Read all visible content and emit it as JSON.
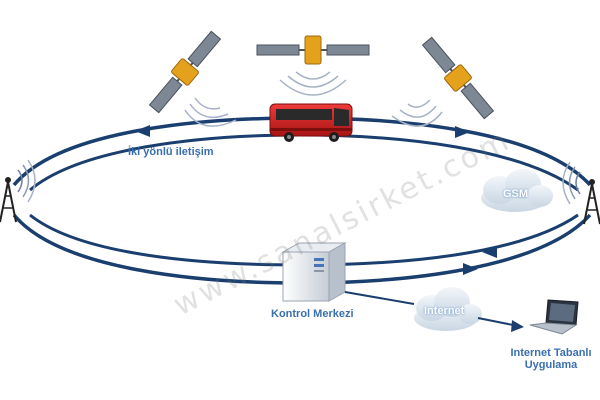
{
  "diagram": {
    "labels": {
      "two_way": "İki yönlü iletişim",
      "control_center": "Kontrol Merkezi",
      "gsm": "GSM",
      "internet": "Internet",
      "web_app_line1": "Internet Tabanlı",
      "web_app_line2": "Uygulama"
    },
    "watermark": "www.sanalsirket.com",
    "colors": {
      "link_blue": "#1a3f6f",
      "label_blue": "#3a6fb0",
      "bus_red": "#d32121",
      "satellite_gold": "#e4a11b",
      "satellite_panel": "#7d8894",
      "cloud": "#dbe4ee"
    },
    "icons": [
      "satellite-icon",
      "bus-icon",
      "antenna-tower-icon",
      "server-icon",
      "laptop-icon",
      "cloud-icon"
    ]
  }
}
